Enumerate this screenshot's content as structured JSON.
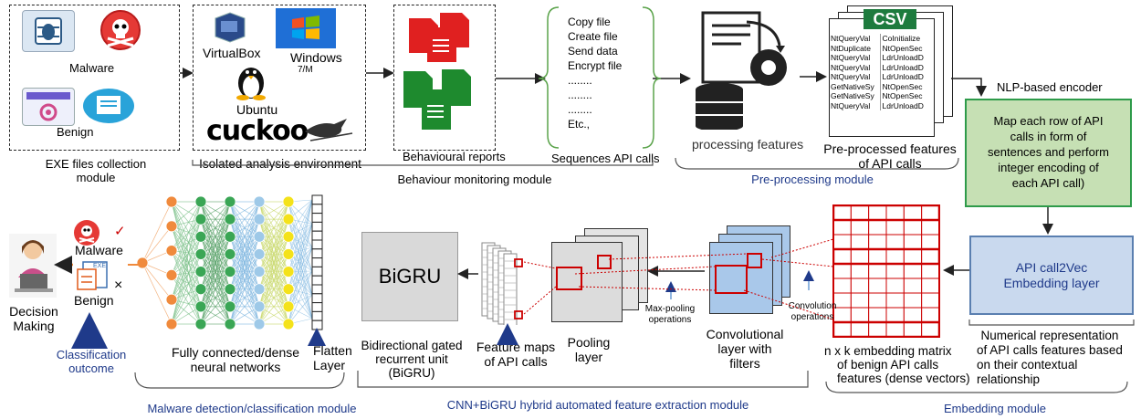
{
  "collection": {
    "malware_label": "Malware",
    "benign_label": "Benign",
    "caption_line1": "EXE files collection",
    "caption_line2": "module"
  },
  "isolated": {
    "virtualbox": "VirtualBox",
    "windows": "Windows",
    "windows_ext": "7/M",
    "ubuntu": "Ubuntu",
    "cuckoo": "cuckoo",
    "caption": "Isolated analysis environment"
  },
  "reports": {
    "caption": "Behavioural reports"
  },
  "api_calls": {
    "items": [
      "Copy file",
      "Create file",
      "Send data",
      "Encrypt file",
      "........",
      "........",
      "........",
      "Etc.,"
    ],
    "caption": "Sequences API calls"
  },
  "behaviour_module": "Behaviour monitoring module",
  "preprocessing": {
    "processing_label": "processing features",
    "csv_label": "CSV",
    "csv_rows": [
      [
        "NtQueryVal",
        "CoInitialize"
      ],
      [
        "NtDuplicate",
        "NtOpenSec"
      ],
      [
        "NtQueryVal",
        "LdrUnloadD"
      ],
      [
        "NtQueryVal",
        "LdrUnloadD"
      ],
      [
        "NtQueryVal",
        "LdrUnloadD"
      ],
      [
        "GetNativeSy",
        "NtOpenSec"
      ],
      [
        "GetNativeSy",
        "NtOpenSec"
      ],
      [
        "NtQueryVal",
        "LdrUnloadD"
      ]
    ],
    "preprocessed_line1": "Pre-processed features",
    "preprocessed_line2": "of API calls",
    "module": "Pre-processing module"
  },
  "encoder": {
    "title": "NLP-based encoder",
    "box_lines": [
      "Map each row of API",
      "calls in  form of",
      "sentences and perform",
      "integer encoding of",
      "each API call)"
    ]
  },
  "embedding": {
    "box_line1": "API call2Vec",
    "box_line2": "Embedding layer",
    "numerical_lines": [
      "Numerical representation",
      "of  API calls features based",
      "on their contextual",
      "relationship"
    ],
    "matrix_lines": [
      "n x k  embedding  matrix",
      "of  benign API calls",
      "features (dense vectors)"
    ],
    "module": "Embedding module"
  },
  "cnn": {
    "conv_op_line1": "Convolution",
    "conv_op_line2": "operations",
    "conv_layer_lines": [
      "Convolutional",
      "layer with",
      "filters"
    ],
    "maxpool_line1": "Max-pooling",
    "maxpool_line2": "operations",
    "pooling_line1": "Pooling",
    "pooling_line2": "layer",
    "feature_maps_line1": "Feature maps",
    "feature_maps_line2": "of API calls",
    "bigru_label": "BiGRU",
    "bigru_lines": [
      "Bidirectional gated",
      "recurrent unit",
      "(BiGRU)"
    ],
    "module": "CNN+BiGRU hybrid automated feature extraction module"
  },
  "detection": {
    "flatten_line1": "Flatten",
    "flatten_line2": "Layer",
    "fc_line1": "Fully connected/dense",
    "fc_line2": "neural networks",
    "malware_label": "Malware",
    "benign_label": "Benign",
    "check_mark": "✓",
    "cross_mark": "×",
    "exe_label": "EXE",
    "decision_line1": "Decision",
    "decision_line2": "Making",
    "outcome_line1": "Classification",
    "outcome_line2": "outcome",
    "module": "Malware detection/classification module"
  },
  "colors": {
    "module_blue": "#1f3a8a",
    "encoder_green": "#c6e0b4",
    "embedding_blue": "#c9d9ee",
    "conv_blue": "#a9c8ea",
    "matrix_red": "#cc0000",
    "neuron_orange": "#f08a3c",
    "neuron_green": "#3aa655",
    "neuron_yellow": "#f4e21a"
  }
}
